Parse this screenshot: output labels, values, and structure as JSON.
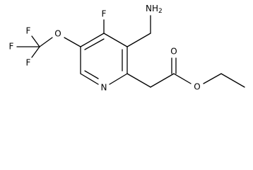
{
  "molecule": {
    "atoms": {
      "fluorine_ring": "F",
      "amine": "NH",
      "amine_subscript": "2",
      "ring_nitrogen": "N",
      "ether_oxygen": "O",
      "cf3_fluorine_top": "F",
      "cf3_fluorine_left": "F",
      "cf3_fluorine_bottom": "F",
      "carbonyl_oxygen": "O",
      "ester_oxygen": "O"
    },
    "colors": {
      "bond": "#000000",
      "label": "#000000",
      "background": "#ffffff"
    }
  }
}
